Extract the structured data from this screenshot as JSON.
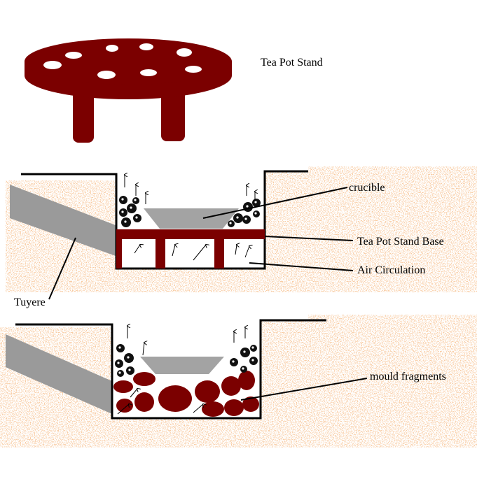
{
  "labels": {
    "tea_pot_stand": "Tea Pot Stand",
    "crucible": "crucible",
    "tea_pot_stand_base": "Tea Pot Stand Base",
    "air_circulation": "Air Circulation",
    "tuyere": "Tuyere",
    "mould_fragments": "mould fragments"
  },
  "colors": {
    "stand": "#7b0000",
    "soil": "#f0975a",
    "tuyere": "#9a9a9a",
    "crucible": "#a3a3a3",
    "charcoal": "#111111",
    "outline": "#000000"
  }
}
